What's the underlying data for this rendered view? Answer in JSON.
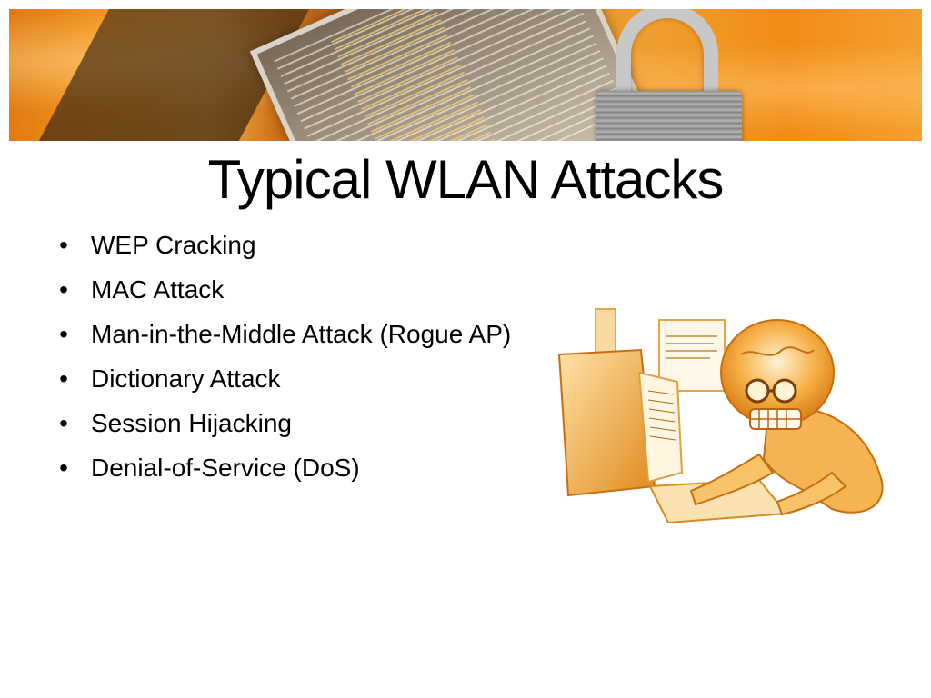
{
  "slide": {
    "title": "Typical WLAN Attacks",
    "bullet_symbol": "•",
    "bullets": [
      "WEP Cracking",
      "MAC Attack",
      "Man-in-the-Middle Attack (Rogue AP)",
      "Dictionary Attack",
      "Session Hijacking",
      "Denial-of-Service (DoS)"
    ]
  },
  "images": {
    "banner": "code-screen-and-padlock-banner",
    "illustration": "skull-hacker-at-computer"
  },
  "colors": {
    "accent_orange": "#f28c16",
    "text": "#000000",
    "background": "#ffffff"
  }
}
